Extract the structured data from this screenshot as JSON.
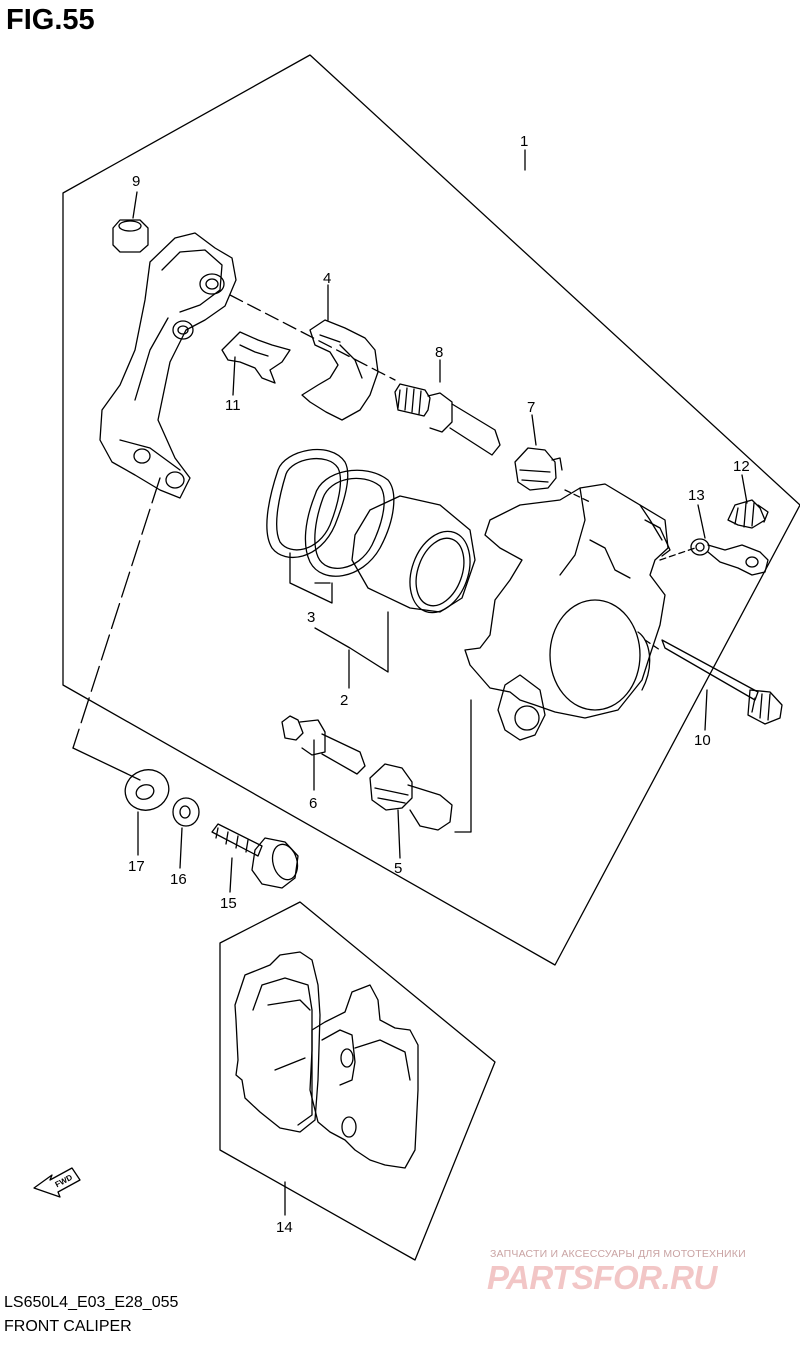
{
  "figure": {
    "number": "FIG.55",
    "model_code": "LS650L4_E03_E28_055",
    "name": "FRONT CALIPER"
  },
  "callouts": [
    "1",
    "2",
    "3",
    "4",
    "5",
    "6",
    "7",
    "8",
    "9",
    "10",
    "11",
    "12",
    "13",
    "14",
    "15",
    "16",
    "17"
  ],
  "direction_marker": "FWD",
  "watermark": {
    "tagline": "ЗАПЧАСТИ И АКСЕССУАРЫ ДЛЯ МОТОТЕХНИКИ",
    "logo": "PARTSFOR.RU"
  }
}
